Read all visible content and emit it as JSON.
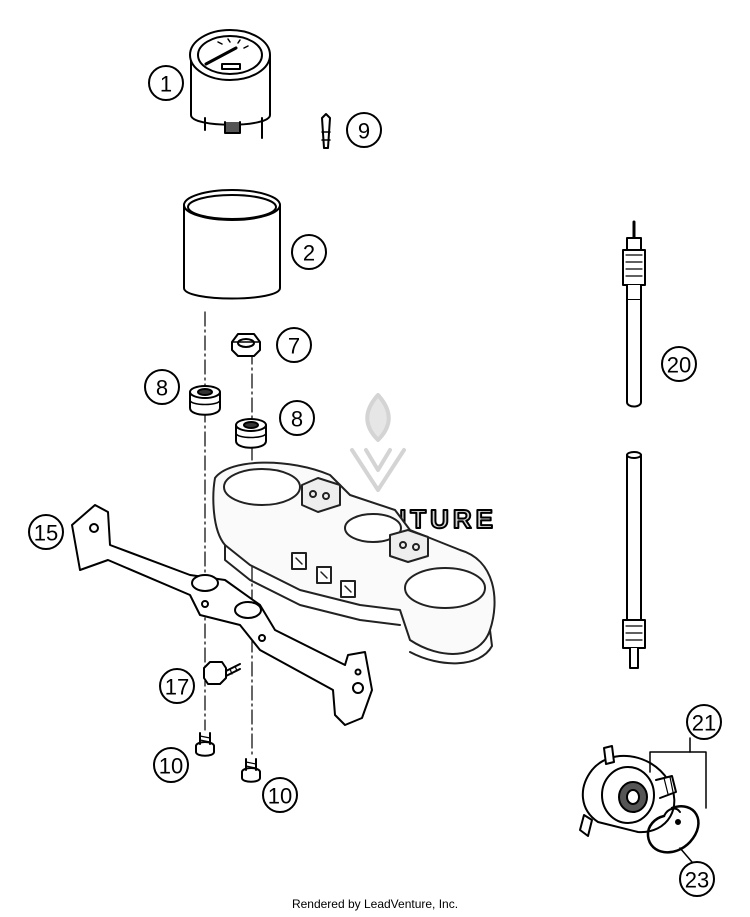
{
  "footer": {
    "rendered_by": "Rendered by LeadVenture, Inc."
  },
  "watermark": {
    "text": "LEADVENTURE",
    "color": "#d4d4d4"
  },
  "callouts": [
    {
      "name": "callout-1",
      "label": "1"
    },
    {
      "name": "callout-2",
      "label": "2"
    },
    {
      "name": "callout-7",
      "label": "7"
    },
    {
      "name": "callout-8-left",
      "label": "8"
    },
    {
      "name": "callout-8-right",
      "label": "8"
    },
    {
      "name": "callout-9",
      "label": "9"
    },
    {
      "name": "callout-10-left",
      "label": "10"
    },
    {
      "name": "callout-10-right",
      "label": "10"
    },
    {
      "name": "callout-15",
      "label": "15"
    },
    {
      "name": "callout-17",
      "label": "17"
    },
    {
      "name": "callout-20",
      "label": "20"
    },
    {
      "name": "callout-21",
      "label": "21"
    },
    {
      "name": "callout-23",
      "label": "23"
    }
  ],
  "parts": [
    {
      "name": "speedometer-gauge-part"
    },
    {
      "name": "gauge-sleeve-part"
    },
    {
      "name": "nut-part"
    },
    {
      "name": "rubber-grommet-part"
    },
    {
      "name": "clip-part"
    },
    {
      "name": "screw-part"
    },
    {
      "name": "mounting-bracket-part"
    },
    {
      "name": "bolt-part"
    },
    {
      "name": "triple-clamp-part"
    },
    {
      "name": "speedo-cable-part"
    },
    {
      "name": "speedo-drive-part"
    },
    {
      "name": "circlip-part"
    }
  ]
}
